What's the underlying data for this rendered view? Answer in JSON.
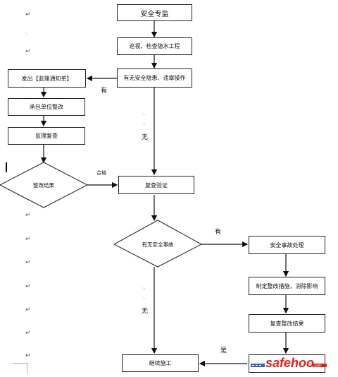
{
  "nodes": {
    "start": "安全专监",
    "patrol": "巡视、检查隐水工程",
    "check_hazard": "有无安全隐患、违章操作",
    "issue_notice": "发出【监理通知单】",
    "contractor_rectify": "承包单位整改",
    "supervise": "监理复查",
    "rectify_result": "整改结果",
    "review_passed": "复查验证",
    "accident_check": "有无安全事故",
    "accident_handle": "安全事故处理",
    "measures": "制定整改措施，消除影响",
    "verify_result": "复查整改结果",
    "next_process": "继续施工"
  },
  "edge_labels": {
    "yes": "有",
    "no": "无",
    "pass": "合格",
    "yes2": "有",
    "no2": "无",
    "yes3": "是"
  },
  "watermark": {
    "text": "safehoo",
    "suffix": ".com",
    "color": "#e0201a"
  },
  "paragraph_mark": "↵",
  "small_mark": "·,"
}
